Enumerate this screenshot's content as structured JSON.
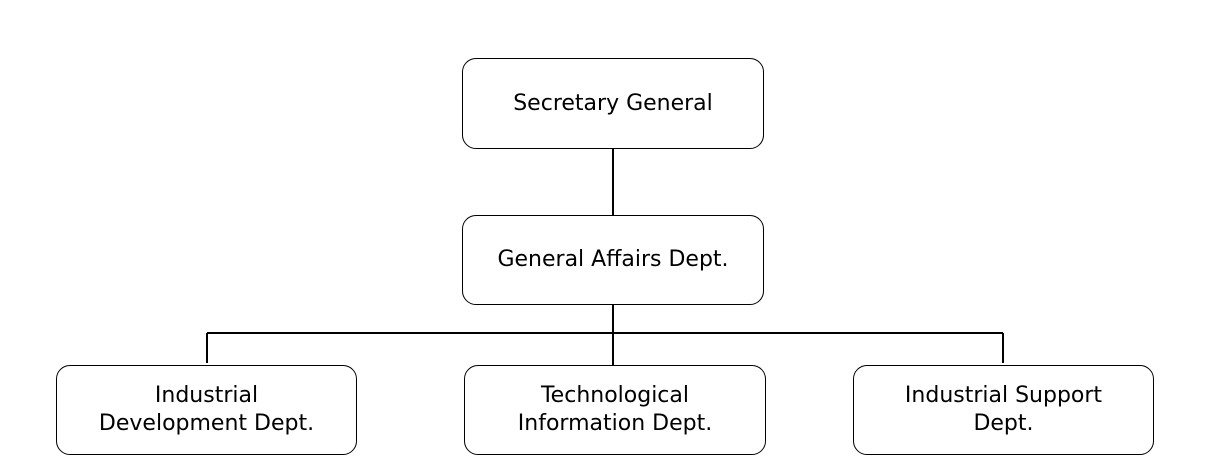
{
  "org_chart": {
    "secretary_general": "Secretary General",
    "general_affairs": "General Affairs Dept.",
    "industrial_development": [
      "Industrial",
      "Development Dept."
    ],
    "technological_information": [
      "Technological",
      "Information Dept."
    ],
    "industrial_support": [
      "Industrial Support",
      "Dept."
    ]
  }
}
